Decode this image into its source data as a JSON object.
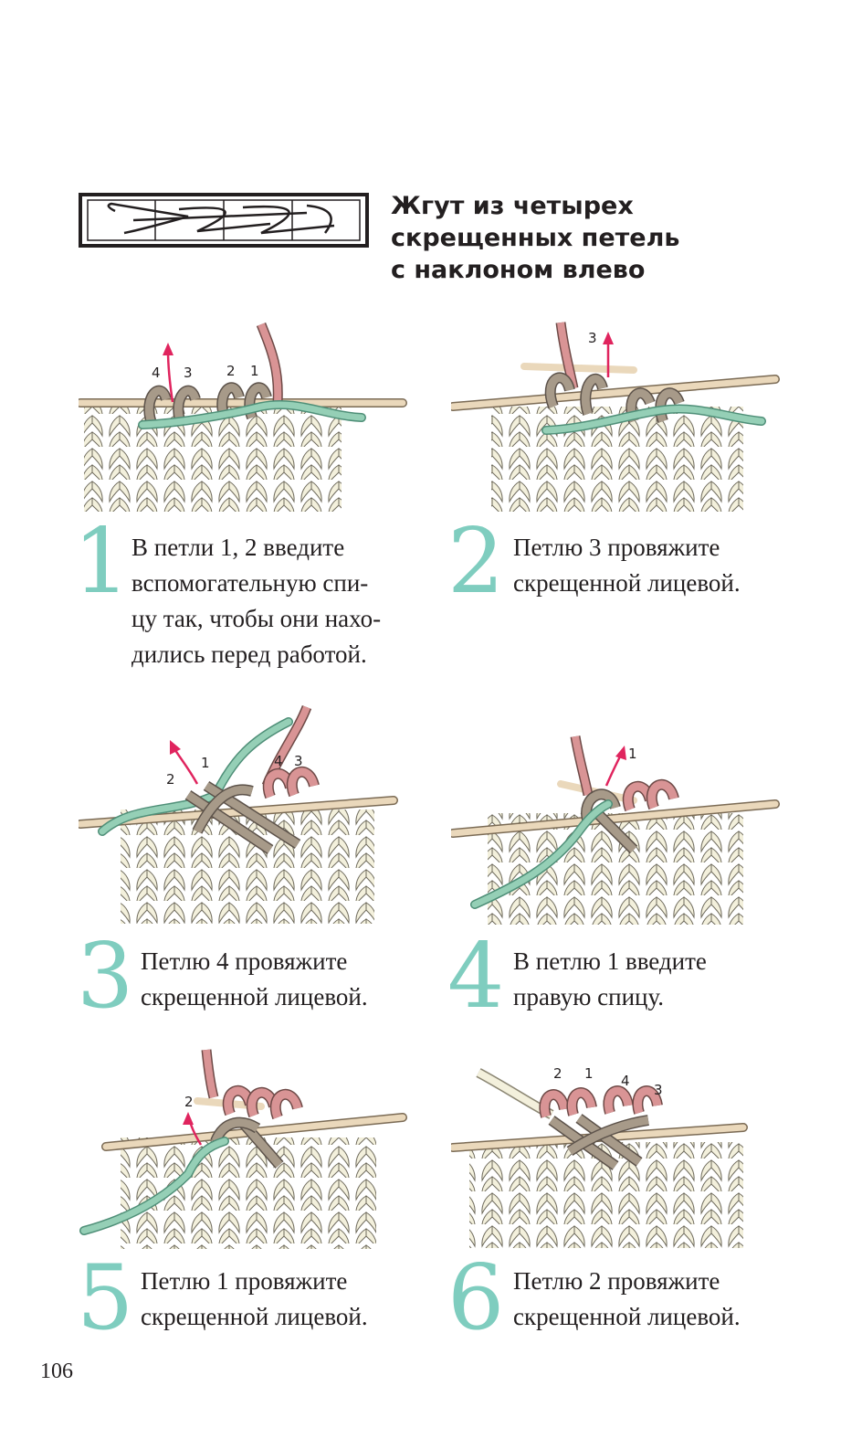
{
  "title_lines": [
    "Жгут из четырех",
    "скрещенных петель",
    "с наклоном влево"
  ],
  "steps": [
    {
      "number": "1",
      "lines": [
        "В петли 1, 2 введите",
        "вспомогательную спи-",
        "цу так, чтобы они нахо-",
        "дились перед работой."
      ],
      "labels": [
        "4",
        "3",
        "2",
        "1"
      ]
    },
    {
      "number": "2",
      "lines": [
        "Петлю 3 провяжите",
        "скрещенной лицевой."
      ],
      "labels": [
        "3"
      ]
    },
    {
      "number": "3",
      "lines": [
        "Петлю 4 провяжите",
        "скрещенной лицевой."
      ],
      "labels": [
        "1",
        "2",
        "4",
        "3"
      ]
    },
    {
      "number": "4",
      "lines": [
        "В петлю 1 введите",
        "правую спицу."
      ],
      "labels": [
        "1"
      ]
    },
    {
      "number": "5",
      "lines": [
        "Петлю 1 провяжите",
        "скрещенной лицевой."
      ],
      "labels": [
        "2"
      ]
    },
    {
      "number": "6",
      "lines": [
        "Петлю 2 провяжите",
        "скрещенной лицевой."
      ],
      "labels": [
        "2",
        "1",
        "4",
        "3"
      ]
    }
  ],
  "page_number": "106",
  "colors": {
    "accent_teal": "#7fcdbf",
    "knit_cream": "#f3f0dc",
    "loop_taupe": "#a79a89",
    "loop_pink": "#d99495",
    "cable_needle": "#95cfb6",
    "needle": "#ead8bb",
    "arrow": "#e0245e"
  }
}
